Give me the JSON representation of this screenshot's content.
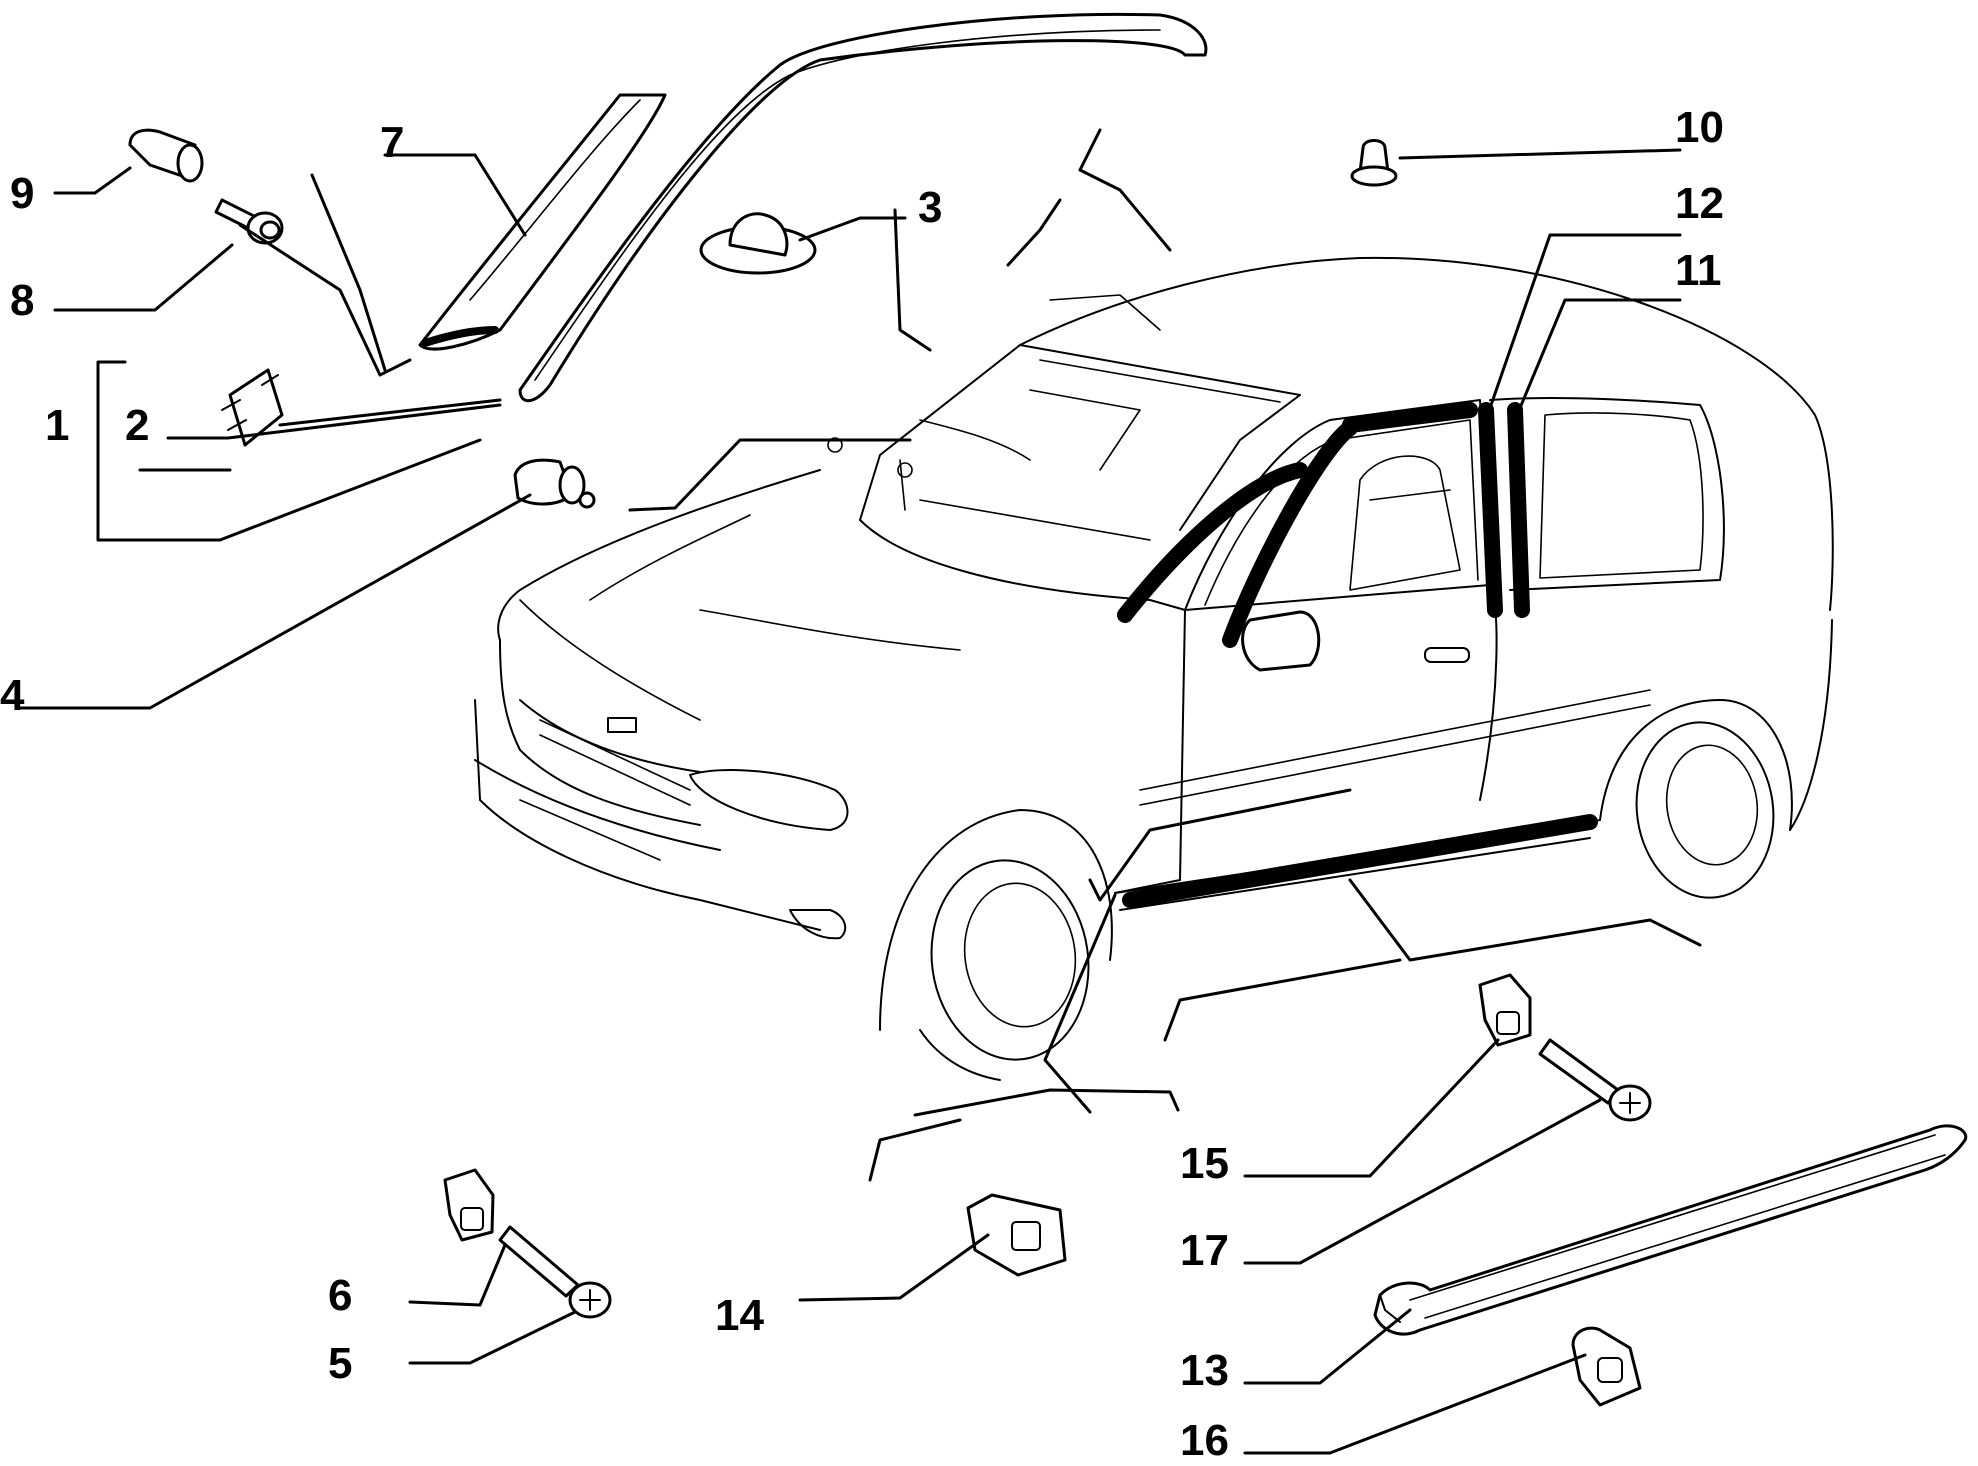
{
  "diagram": {
    "callouts": [
      {
        "id": "c1",
        "text": "1"
      },
      {
        "id": "c2",
        "text": "2"
      },
      {
        "id": "c3",
        "text": "3"
      },
      {
        "id": "c4",
        "text": "4"
      },
      {
        "id": "c5",
        "text": "5"
      },
      {
        "id": "c6",
        "text": "6"
      },
      {
        "id": "c7",
        "text": "7"
      },
      {
        "id": "c8",
        "text": "8"
      },
      {
        "id": "c9",
        "text": "9"
      },
      {
        "id": "c10",
        "text": "10"
      },
      {
        "id": "c11",
        "text": "11"
      },
      {
        "id": "c12",
        "text": "12"
      },
      {
        "id": "c13",
        "text": "13"
      },
      {
        "id": "c14",
        "text": "14"
      },
      {
        "id": "c15",
        "text": "15"
      },
      {
        "id": "c16",
        "text": "16"
      },
      {
        "id": "c17",
        "text": "17"
      }
    ],
    "colors": {
      "line": "#000000",
      "background": "#ffffff"
    }
  }
}
